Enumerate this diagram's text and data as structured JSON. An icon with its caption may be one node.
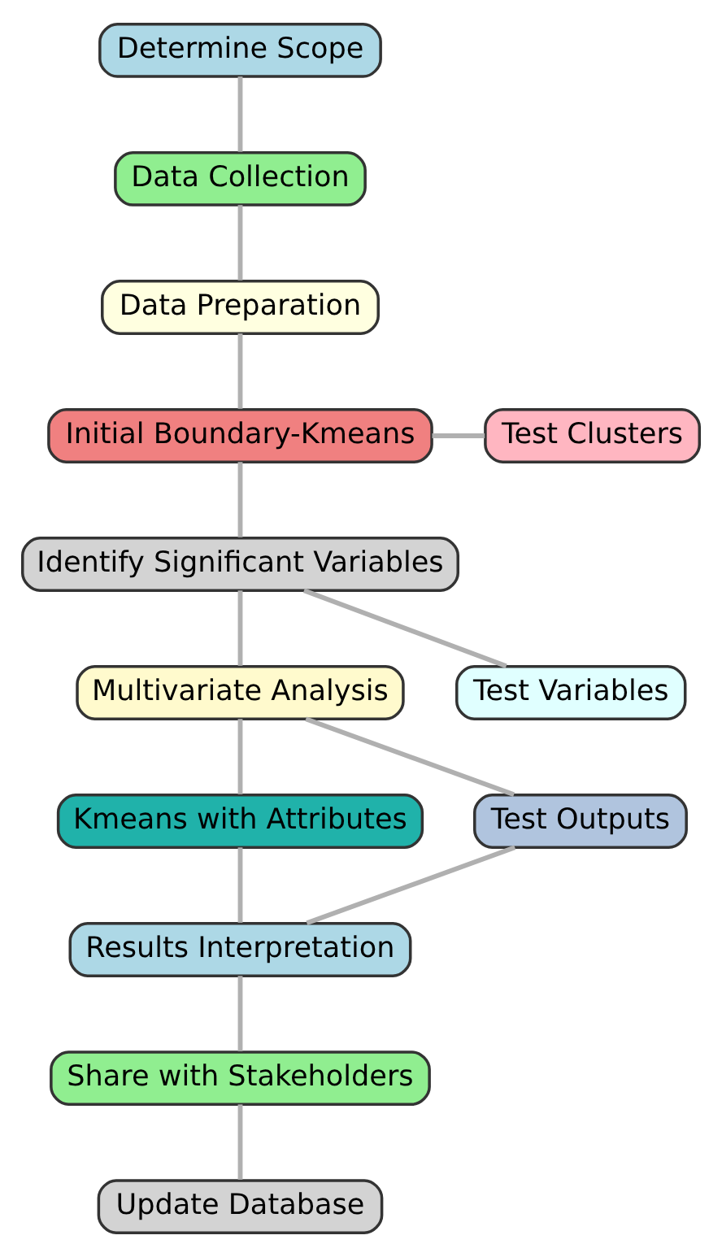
{
  "diagram": {
    "nodes": [
      {
        "text": [
          "Determine Scope"
        ]
      },
      {
        "text": [
          "Data Collection"
        ]
      },
      {
        "text": [
          "Data Preparation"
        ]
      },
      {
        "text": [
          "Initial Boundary-Kmeans"
        ]
      },
      {
        "text": [
          "Test Clusters"
        ]
      },
      {
        "text": [
          "Identify Significant Variables"
        ]
      },
      {
        "text": [
          "Multivariate Analysis"
        ]
      },
      {
        "text": [
          "Test Variables"
        ]
      },
      {
        "text": [
          "Kmeans with Attributes"
        ]
      },
      {
        "text": [
          "Test Outputs"
        ]
      },
      {
        "text": [
          "Results Interpretation"
        ]
      },
      {
        "text": [
          "Share with Stakeholders"
        ]
      },
      {
        "text": [
          "Update Database"
        ]
      }
    ],
    "edges": [
      {
        "from": 0,
        "to": 1,
        "arrow": "none"
      },
      {
        "from": 1,
        "to": 2,
        "arrow": "none"
      },
      {
        "from": 2,
        "to": 3,
        "arrow": "none"
      },
      {
        "from": 3,
        "to": 4,
        "arrow": "none"
      },
      {
        "from": 3,
        "to": 5,
        "arrow": "none"
      },
      {
        "from": 5,
        "to": 6,
        "arrow": "none"
      },
      {
        "from": 5,
        "to": 7,
        "arrow": "none"
      },
      {
        "from": 6,
        "to": 8,
        "arrow": "none"
      },
      {
        "from": 6,
        "to": 9,
        "arrow": "none"
      },
      {
        "from": 8,
        "to": 10,
        "arrow": "none"
      },
      {
        "from": 9,
        "to": 10,
        "arrow": "none"
      },
      {
        "from": 10,
        "to": 11,
        "arrow": "none"
      },
      {
        "from": 11,
        "to": 12,
        "arrow": "none"
      }
    ]
  }
}
